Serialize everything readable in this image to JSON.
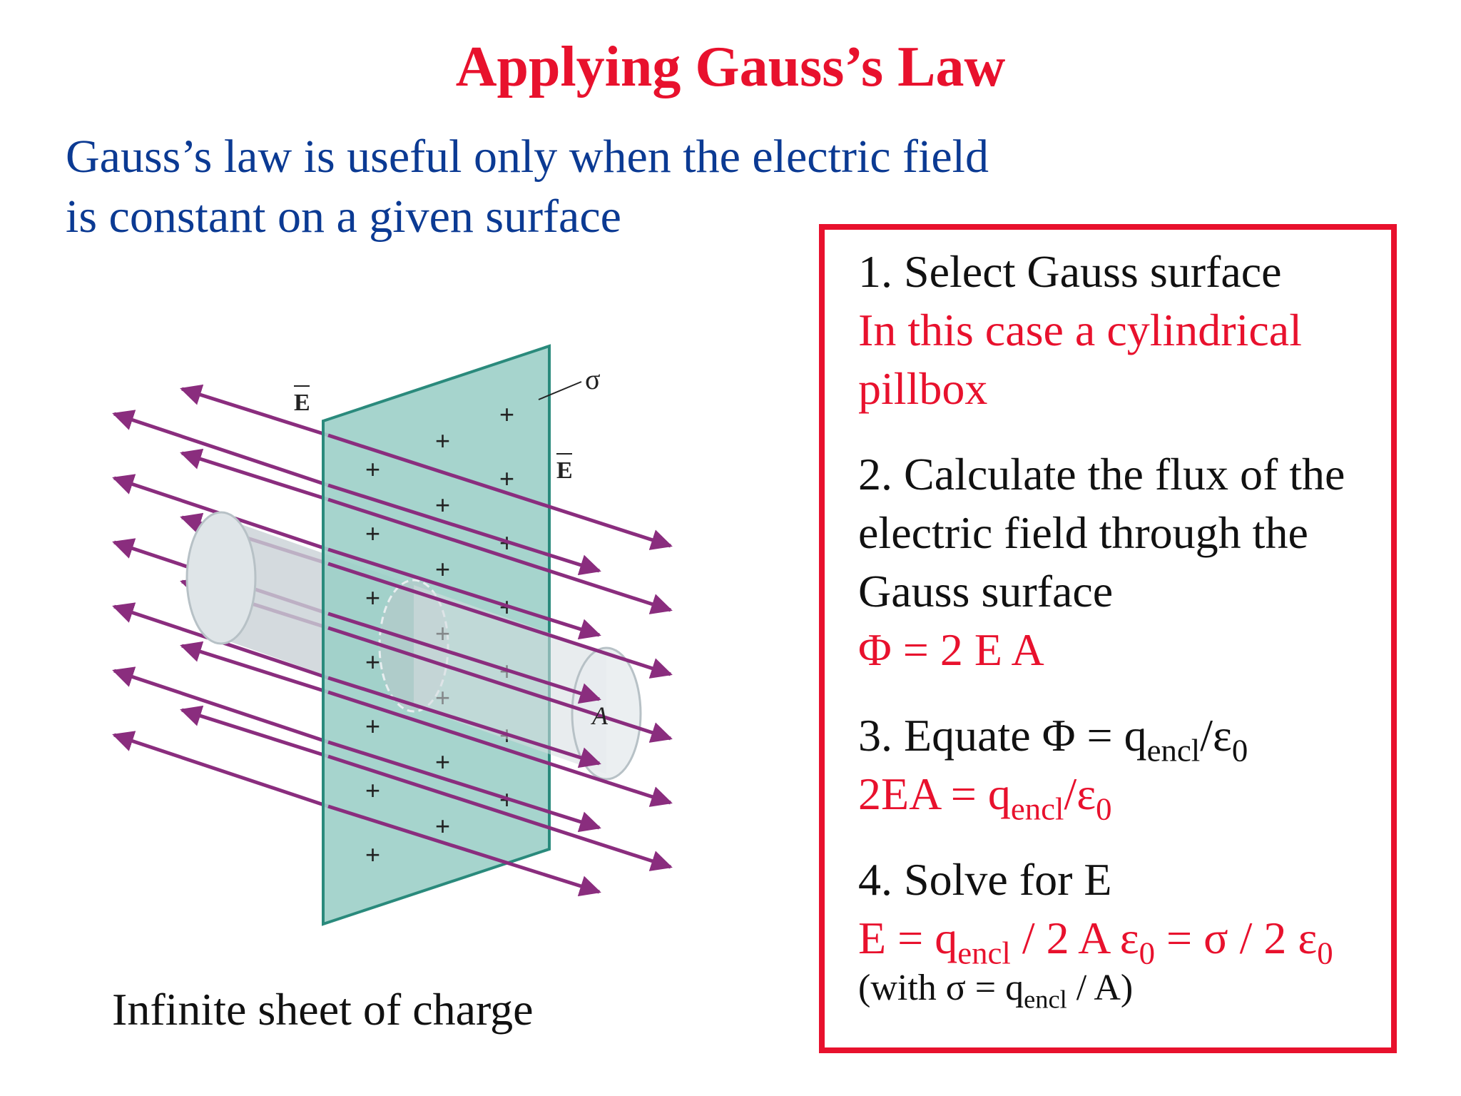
{
  "title": "Applying Gauss’s Law",
  "intro": {
    "line1": "Gauss’s law is useful only when the electric field",
    "line2": "is constant on a given surface"
  },
  "figure": {
    "caption": "Infinite sheet of charge",
    "label_E": "E",
    "label_sigma": "σ",
    "label_A": "A",
    "plus": "+",
    "colors": {
      "sheet": "#9ccfc8",
      "sheet_edge": "#2a8a7c",
      "arrow": "#8a2d7e",
      "cylinder": "#c9d1d6"
    }
  },
  "steps": {
    "s1_title": "1. Select Gauss surface",
    "s1_line1": "In this case a cylindrical",
    "s1_line2": "pillbox",
    "s2_line1": "2. Calculate the flux of the",
    "s2_line2": "electric field through the",
    "s2_line3": "Gauss surface",
    "s2_formula": "Φ = 2 E A",
    "s3_prefix": "3. Equate Φ = q",
    "s3_sub": "encl",
    "s3_mid": "/ε",
    "s3_sub2": "0",
    "s3_formula_prefix": "2EA = q",
    "s3_formula_sub": "encl",
    "s3_formula_mid": "/ε",
    "s3_formula_sub2": "0",
    "s4_title": "4. Solve for E",
    "s4_f_a": "E = q",
    "s4_f_sub1": "encl",
    "s4_f_b": " / 2 A ε",
    "s4_f_sub2": "0",
    "s4_f_c": " = σ / 2 ε",
    "s4_f_sub3": "0",
    "s4_note_a": "(with σ = q",
    "s4_note_sub": "encl",
    "s4_note_b": " / A)"
  },
  "colors": {
    "title": "#e8112d",
    "intro": "#0b3a93",
    "accent": "#e8112d",
    "body": "#111111"
  }
}
